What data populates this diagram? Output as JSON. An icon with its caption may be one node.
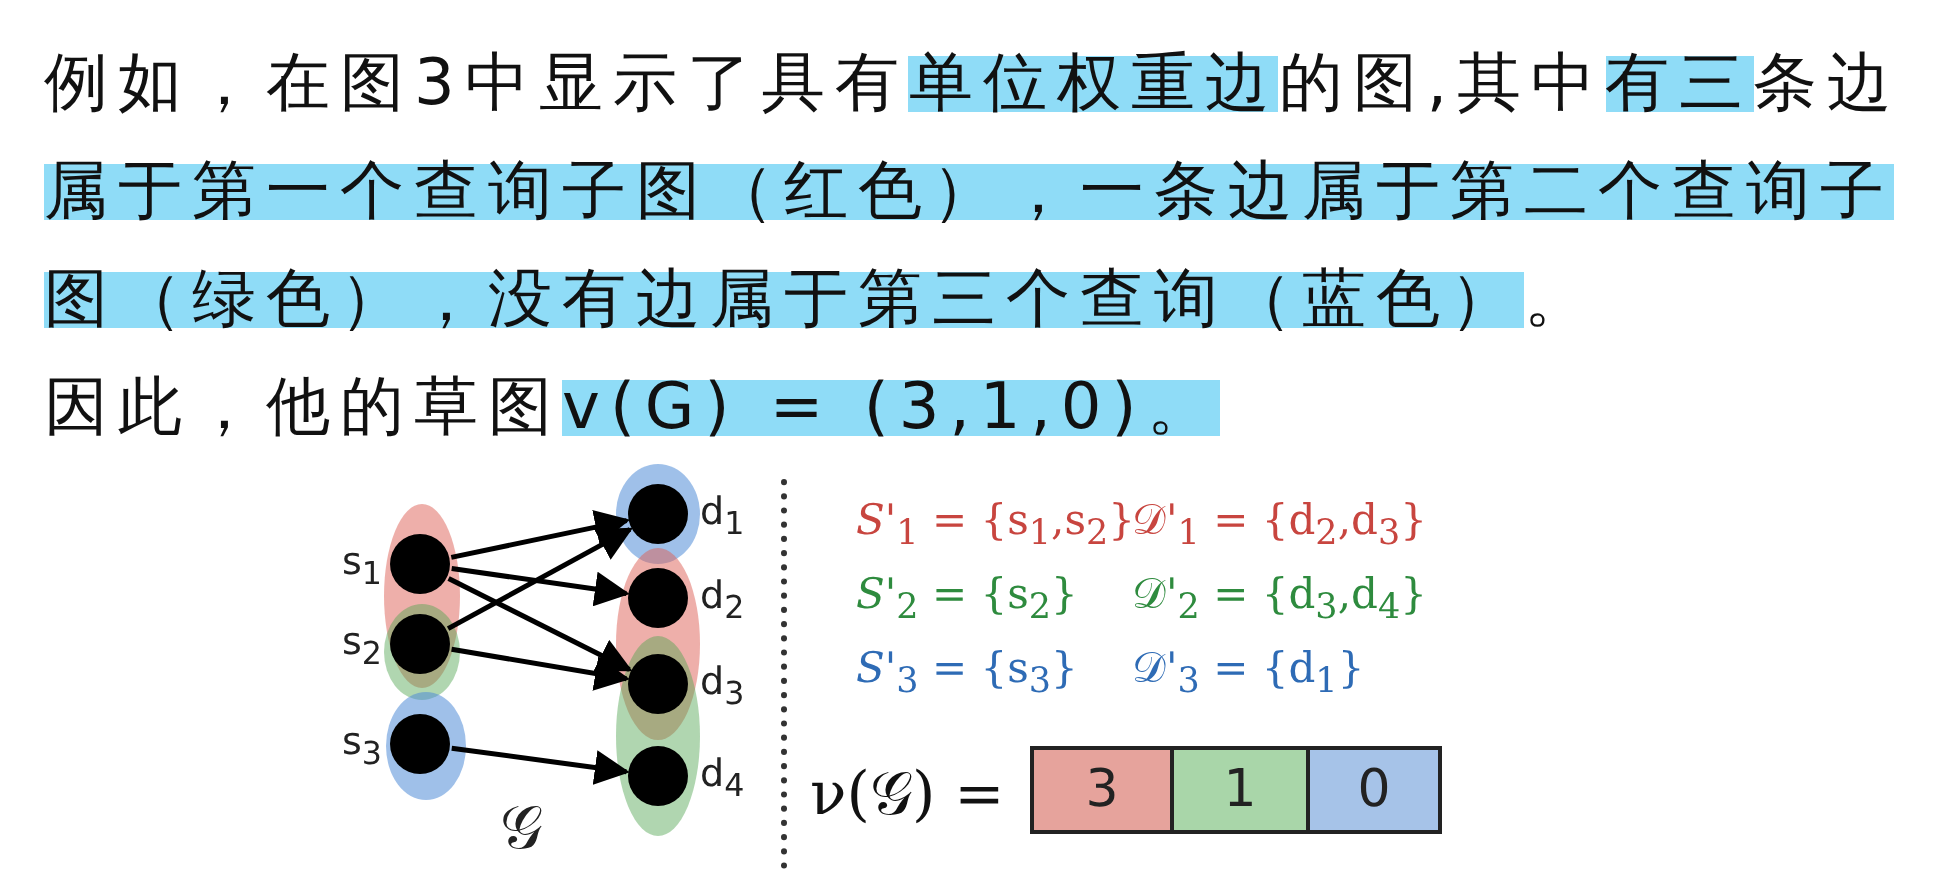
{
  "diagram": {
    "nodes": [
      {
        "text": [],
        "shape": "circle",
        "beside": [
          "s$_{1}$"
        ]
      },
      {
        "text": [],
        "shape": "circle",
        "beside": [
          "s$_{2}$"
        ]
      },
      {
        "text": [],
        "shape": "circle",
        "beside": [
          "s$_{3}$"
        ]
      },
      {
        "text": [],
        "shape": "circle",
        "beside": [
          "d$_{1}$"
        ]
      },
      {
        "text": [],
        "shape": "circle",
        "beside": [
          "d$_{2}$"
        ]
      },
      {
        "text": [],
        "shape": "circle",
        "beside": [
          "d$_{3}$"
        ]
      },
      {
        "text": [],
        "shape": "circle",
        "beside": [
          "d$_{4}$"
        ]
      }
    ],
    "edges": [
      {
        "from": 0,
        "to": 3,
        "arrow": "to"
      },
      {
        "from": 0,
        "to": 4,
        "arrow": "to"
      },
      {
        "from": 0,
        "to": 5,
        "arrow": "to"
      },
      {
        "from": 1,
        "to": 3,
        "arrow": "to"
      },
      {
        "from": 1,
        "to": 5,
        "arrow": "to"
      },
      {
        "from": 2,
        "to": 6,
        "arrow": "to"
      }
    ],
    "labels": [
      "例如，在图3中显示了具有单位权重边的图,其中有三条边属于第一个查询子图（红色），一条边属于第二个查询子图（绿色），没有边属于第三个查询（蓝色）。",
      "因此，他的草图v(G) = (3,1,0)。",
      "*S*'$_{1}$ = {s$_{1}$,s$_{2}$}",
      "𝒟'$_{1}$ = {d$_{2}$,d$_{3}$}",
      "*S*'$_{2}$ = {s$_{2}$}",
      "𝒟'$_{2}$ = {d$_{3}$,d$_{4}$}",
      "*S*'$_{3}$ = {s$_{3}$}",
      "𝒟'$_{3}$ = {d$_{1}$}",
      "ν(𝒢) =",
      "3",
      "1",
      "0",
      "𝒢"
    ]
  }
}
